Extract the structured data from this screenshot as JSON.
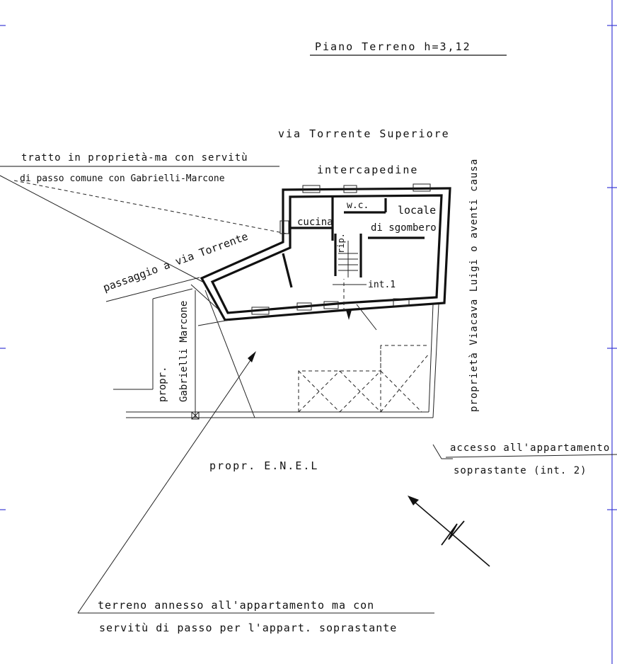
{
  "header": {
    "title": "Piano Terreno  h=3,12"
  },
  "streets": {
    "north": "via Torrente Superiore",
    "passage": "passaggio a via Torrente"
  },
  "notes": {
    "servitude_line1": "tratto in proprietà-ma con servitù",
    "servitude_line2": "di passo comune con Gabrielli-Marcone",
    "land_line1": "terreno annesso all'appartamento ma con",
    "land_line2": "servitù di passo per l'appart. soprastante",
    "access_line1": "accesso all'appartamento",
    "access_line2": "soprastante (int. 2)"
  },
  "rooms": {
    "intercapedine": "intercapedine",
    "wc": "w.c.",
    "cucina": "cucina",
    "locale": "locale",
    "sgombero": "di sgombero",
    "rip": "rip.",
    "int1": "int.1"
  },
  "neighbours": {
    "gabrielli_1": "propr.",
    "gabrielli_2": "Gabrielli Marcone",
    "enel": "propr. E.N.E.L",
    "viacava": "proprietà Viacava Luigi o aventi causa"
  },
  "icons": {
    "north_arrow": "north-arrow-icon"
  },
  "colors": {
    "ink": "#111111",
    "frame": "#3b3bd6"
  }
}
